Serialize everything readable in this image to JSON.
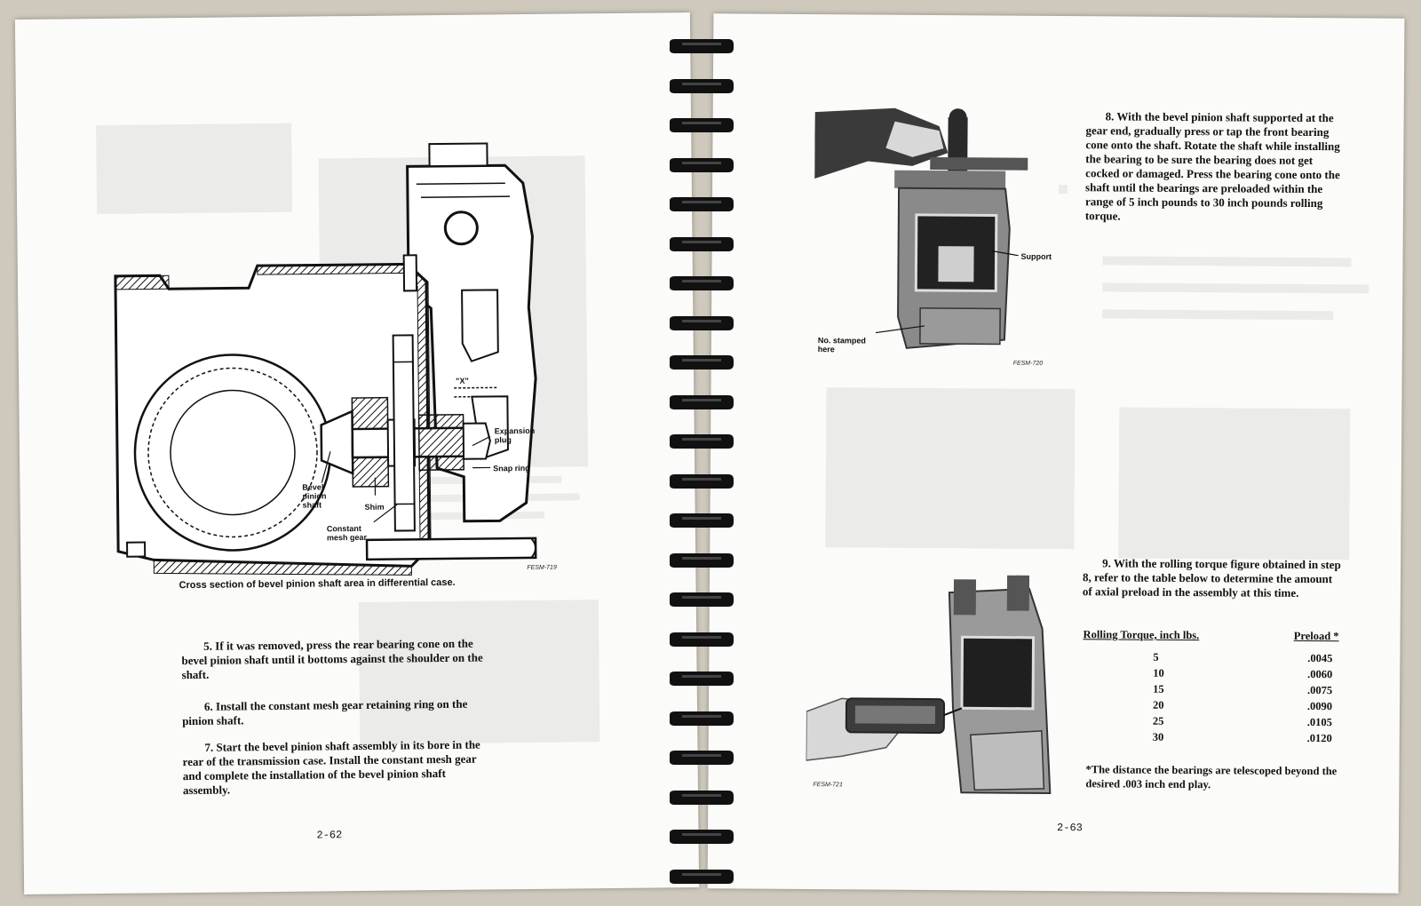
{
  "left_page": {
    "figure": {
      "labels": {
        "x_mark": "\"X\"",
        "expansion_plug": "Expansion plug",
        "snap_ring": "Snap ring",
        "bevel_pinion_shaft": "Bevel pinion shaft",
        "shim": "Shim",
        "constant_mesh_gear": "Constant mesh gear"
      },
      "code": "FESM-719",
      "caption": "Cross section of bevel pinion shaft area in differential case."
    },
    "steps": [
      {
        "text": "5. If it was removed, press the rear bearing cone on the bevel pinion shaft until it bottoms against the shoulder on the shaft."
      },
      {
        "text": "6. Install the constant mesh gear retaining ring on the pinion shaft."
      },
      {
        "text": "7. Start the bevel pinion shaft assembly in its bore in the rear of the transmission case. Install the constant mesh gear and complete the installation of the bevel pinion shaft assembly."
      }
    ],
    "page_number": "2-62"
  },
  "right_page": {
    "photo1": {
      "labels": {
        "support": "Support",
        "stamped": "No. stamped here"
      },
      "code": "FESM-720"
    },
    "photo2": {
      "code": "FESM-721"
    },
    "step8": "8. With the bevel pinion shaft supported at the gear end, gradually press or tap the front bearing cone onto the shaft. Rotate the shaft while installing the bearing to be sure the bearing does not get cocked or damaged. Press the bearing cone onto the shaft until the bearings are preloaded within the range of 5 inch pounds to 30 inch pounds rolling torque.",
    "step9": "9. With the rolling torque figure obtained in step 8, refer to the table below to determine the amount of axial preload in the assembly at this time.",
    "table": {
      "headers": {
        "torque": "Rolling Torque, inch lbs.",
        "preload": "Preload *"
      },
      "rows": [
        {
          "torque": "5",
          "preload": ".0045"
        },
        {
          "torque": "10",
          "preload": ".0060"
        },
        {
          "torque": "15",
          "preload": ".0075"
        },
        {
          "torque": "20",
          "preload": ".0090"
        },
        {
          "torque": "25",
          "preload": ".0105"
        },
        {
          "torque": "30",
          "preload": ".0120"
        }
      ]
    },
    "footnote": "*The distance the bearings are telescoped beyond the desired .003 inch end play.",
    "page_number": "2-63"
  }
}
